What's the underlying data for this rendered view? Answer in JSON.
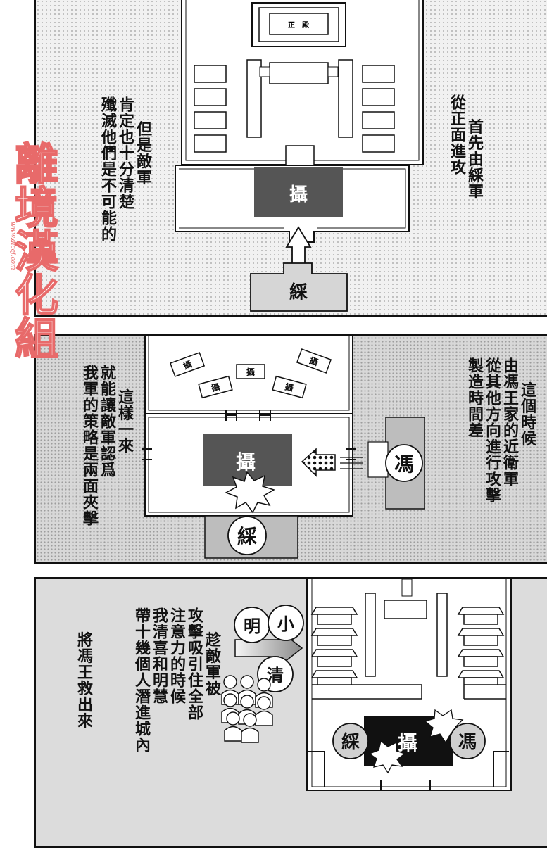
{
  "panel1": {
    "caption_right": [
      "首先由綵軍",
      "從正面進攻"
    ],
    "caption_left": [
      "但是敵軍",
      "肯定也十分清楚",
      "殲滅他們是不可能的"
    ],
    "hall_label": "正　殿",
    "army_she": "攝",
    "army_cai": "綵"
  },
  "panel2": {
    "caption_right": [
      "這個時候",
      "由馮王家的近衛軍",
      "從其他方向進行攻擊",
      "製造時間差"
    ],
    "caption_left": [
      "這樣一來",
      "就能讓敵軍認爲",
      "我軍的策略是兩面夾擊"
    ],
    "small_she": "攝",
    "army_she": "攝",
    "army_cai": "綵",
    "army_feng": "馮"
  },
  "panel3": {
    "caption_right": [
      "趁敵軍被",
      "攻擊吸引住全部",
      "注意力的時候",
      "我清喜和明慧",
      "帶十幾個人潛進城內"
    ],
    "caption_left": [
      "將馮王救出來"
    ],
    "circle_ming": "明",
    "circle_xiao": "小",
    "circle_qing": "清",
    "army_she": "攝",
    "army_cai": "綵",
    "army_feng": "馮"
  },
  "watermark": {
    "text": "離境漢化組",
    "url": "www.dicej.com"
  }
}
